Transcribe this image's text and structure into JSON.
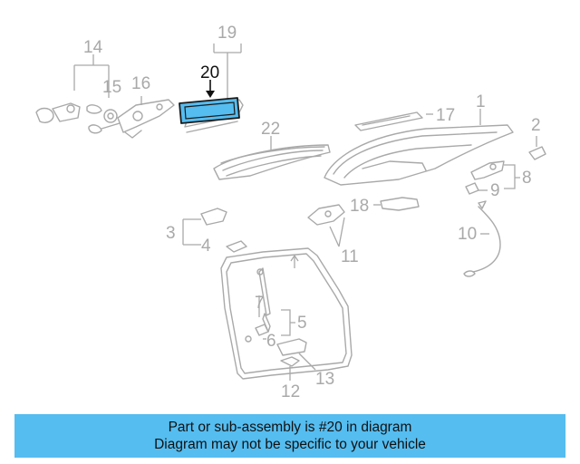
{
  "diagram": {
    "highlight_color": "#55bdf0",
    "callouts": {
      "c1": "1",
      "c2": "2",
      "c3": "3",
      "c4": "4",
      "c5": "5",
      "c6": "6",
      "c7": "7",
      "c8": "8",
      "c9": "9",
      "c10": "10",
      "c11": "11",
      "c12": "12",
      "c13": "13",
      "c14": "14",
      "c15": "15",
      "c16": "16",
      "c17": "17",
      "c18": "18",
      "c19": "19",
      "c20": "20",
      "c22": "22"
    }
  },
  "banner": {
    "color": "#55bdf0",
    "line1": "Part or sub-assembly is #20 in diagram",
    "line2": "Diagram may not be specific to your vehicle"
  }
}
